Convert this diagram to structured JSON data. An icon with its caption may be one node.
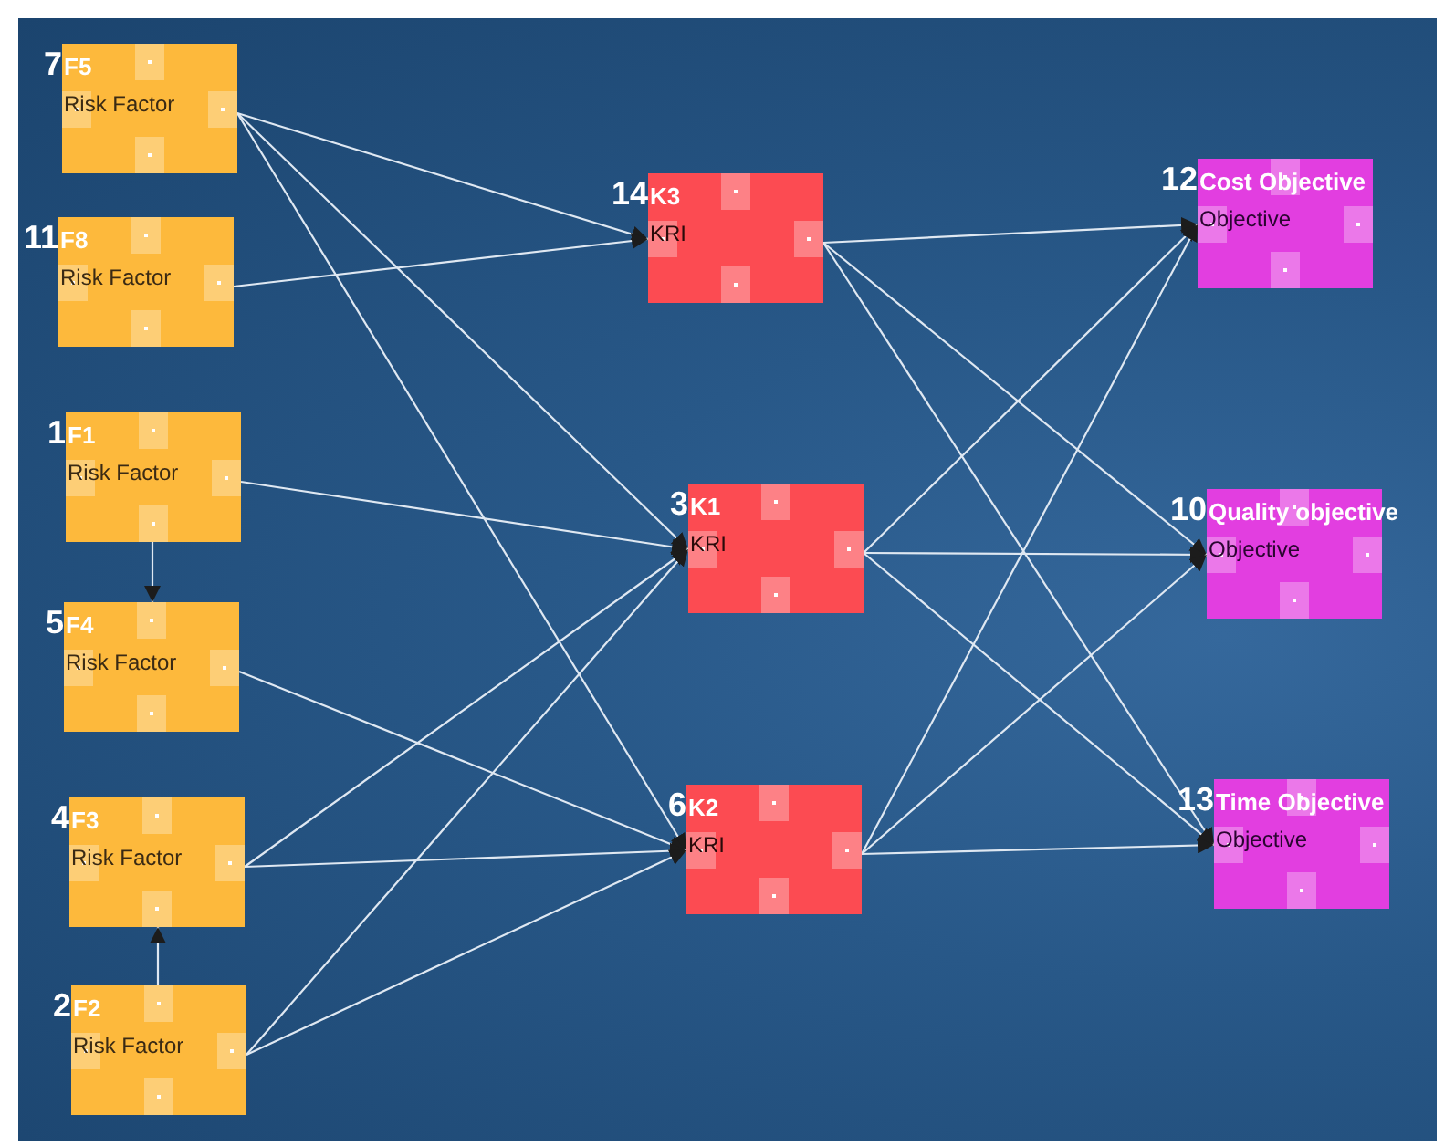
{
  "diagram": {
    "nodes": [
      {
        "text": [
          "7",
          "F5",
          "Risk Factor"
        ]
      },
      {
        "text": [
          "11",
          "F8",
          "Risk Factor"
        ]
      },
      {
        "text": [
          "1",
          "F1",
          "Risk Factor"
        ]
      },
      {
        "text": [
          "5",
          "F4",
          "Risk Factor"
        ]
      },
      {
        "text": [
          "4",
          "F3",
          "Risk Factor"
        ]
      },
      {
        "text": [
          "2",
          "F2",
          "Risk Factor"
        ]
      },
      {
        "text": [
          "14",
          "K3",
          "KRI"
        ]
      },
      {
        "text": [
          "3",
          "K1",
          "KRI"
        ]
      },
      {
        "text": [
          "6",
          "K2",
          "KRI"
        ]
      },
      {
        "text": [
          "12",
          "Cost Objective",
          "Objective"
        ]
      },
      {
        "text": [
          "10",
          "Quality objective",
          "Objective"
        ]
      },
      {
        "text": [
          "13",
          "Time Objective",
          "Objective"
        ]
      }
    ],
    "edges": [
      {
        "from": 0,
        "to": 6,
        "arrow": "to"
      },
      {
        "from": 0,
        "to": 7,
        "arrow": "to"
      },
      {
        "from": 0,
        "to": 8,
        "arrow": "to"
      },
      {
        "from": 1,
        "to": 6,
        "arrow": "to"
      },
      {
        "from": 2,
        "to": 7,
        "arrow": "to"
      },
      {
        "from": 2,
        "to": 3,
        "arrow": "to"
      },
      {
        "from": 3,
        "to": 8,
        "arrow": "to"
      },
      {
        "from": 4,
        "to": 7,
        "arrow": "to"
      },
      {
        "from": 4,
        "to": 8,
        "arrow": "to"
      },
      {
        "from": 5,
        "to": 4,
        "arrow": "to"
      },
      {
        "from": 5,
        "to": 7,
        "arrow": "to"
      },
      {
        "from": 5,
        "to": 8,
        "arrow": "to"
      },
      {
        "from": 6,
        "to": 9,
        "arrow": "to"
      },
      {
        "from": 6,
        "to": 10,
        "arrow": "to"
      },
      {
        "from": 6,
        "to": 11,
        "arrow": "to"
      },
      {
        "from": 7,
        "to": 9,
        "arrow": "to"
      },
      {
        "from": 7,
        "to": 10,
        "arrow": "to"
      },
      {
        "from": 7,
        "to": 11,
        "arrow": "to"
      },
      {
        "from": 8,
        "to": 9,
        "arrow": "to"
      },
      {
        "from": 8,
        "to": 10,
        "arrow": "to"
      },
      {
        "from": 8,
        "to": 11,
        "arrow": "to"
      }
    ]
  }
}
